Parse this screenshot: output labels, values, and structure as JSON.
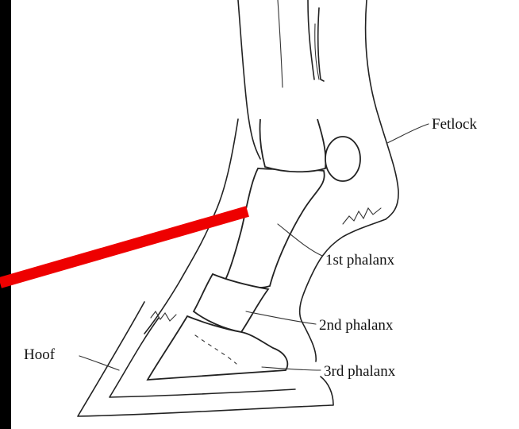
{
  "labels": {
    "fetlock": "Fetlock",
    "phalanx_1": "1st phalanx",
    "phalanx_2": "2nd phalanx",
    "phalanx_3": "3rd phalanx",
    "hoof": "Hoof"
  },
  "colors": {
    "background": "#ffffff",
    "edge_bar": "#000000",
    "pointer": "#ee0000",
    "ink": "#222222"
  }
}
